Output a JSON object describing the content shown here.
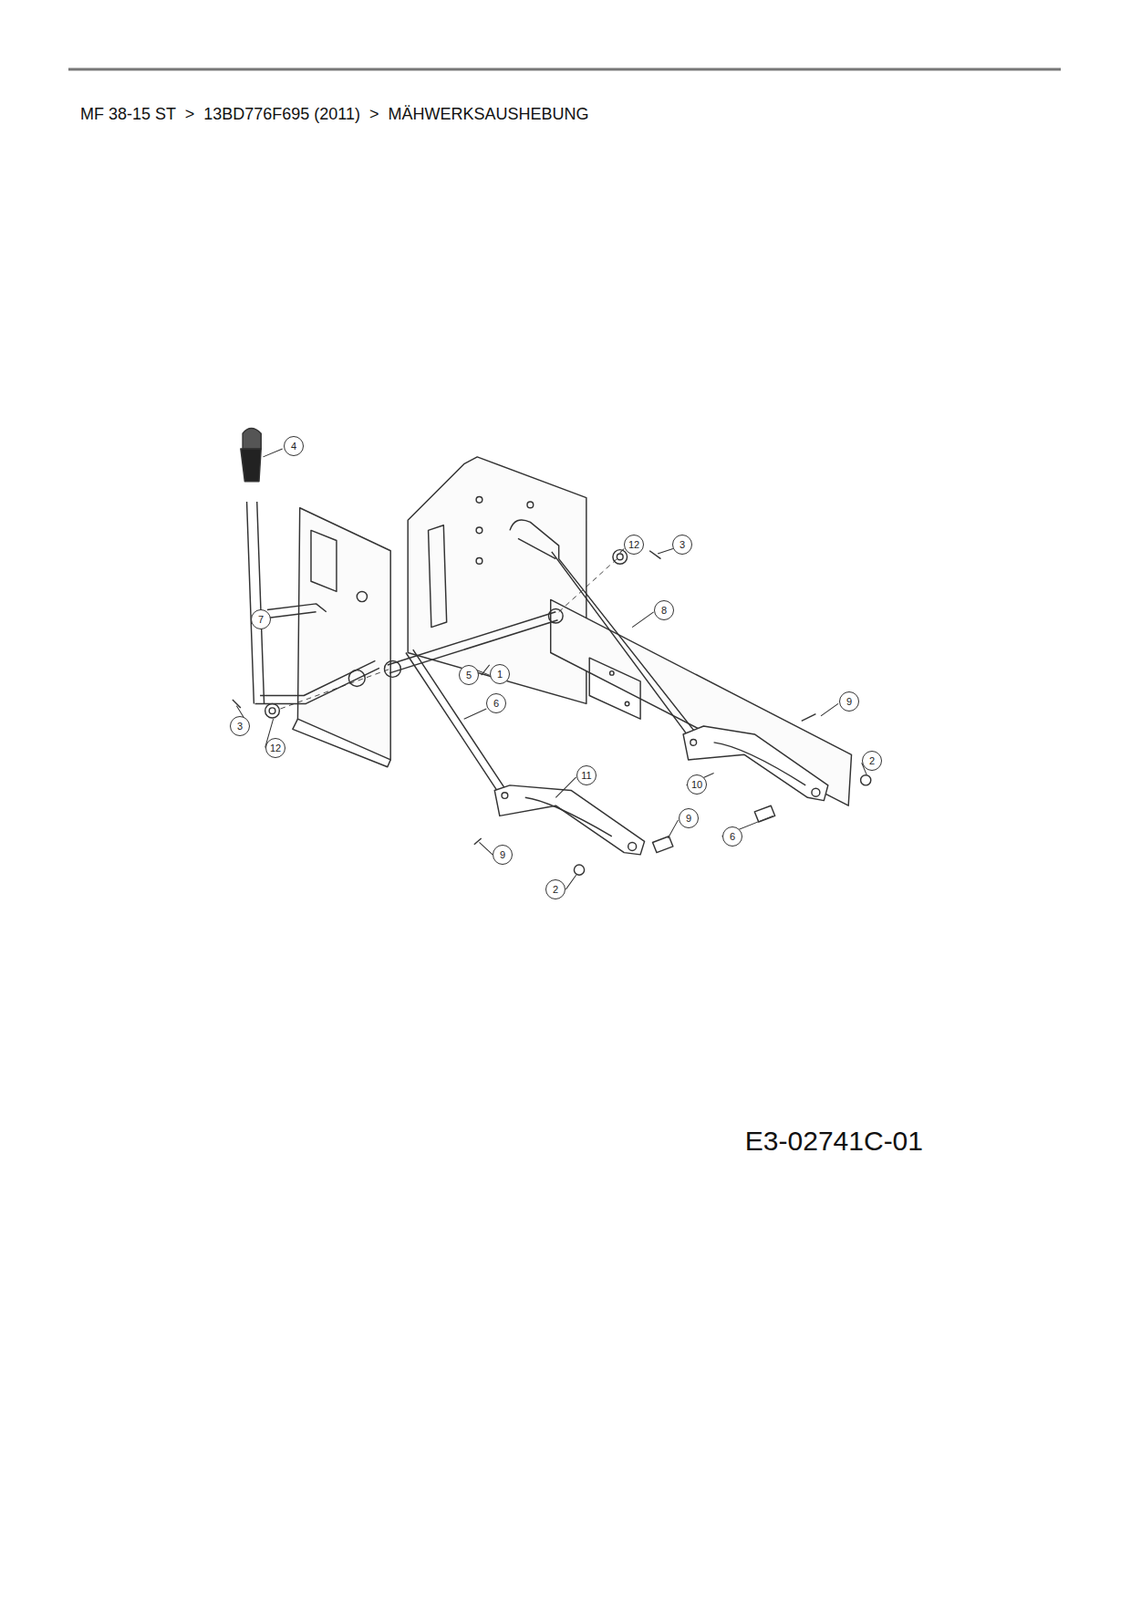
{
  "diagram": {
    "title": "MF 38-15 ST  >  13BD776F695 (2011)  >  MÄHWERKSAUSHEBUNG",
    "caption": "E3-02741C-01",
    "labels": [
      "4",
      "7",
      "12",
      "3",
      "8",
      "5",
      "1",
      "6",
      "3",
      "12",
      "9",
      "2",
      "11",
      "10",
      "6",
      "9",
      "9",
      "2"
    ]
  }
}
